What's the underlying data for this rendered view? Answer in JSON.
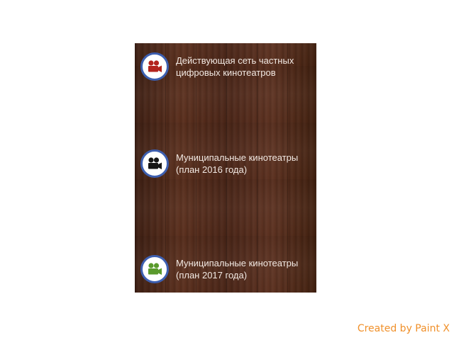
{
  "legend": {
    "items": [
      {
        "label": "Действующая сеть  частных\nцифровых кинотеатров",
        "icon": "movie-camera-icon",
        "icon_color": "#b3231d"
      },
      {
        "label": "Муниципальные кинотеатры\n(план 2016 года)",
        "icon": "movie-camera-icon",
        "icon_color": "#161616"
      },
      {
        "label": "Муниципальные кинотеатры\n(план 2017 года)",
        "icon": "movie-camera-icon",
        "icon_color": "#5a9a2c"
      }
    ],
    "ring_color": "#3d5fb0"
  },
  "watermark": {
    "text": "Created by Paint X",
    "color": "#f0902a"
  }
}
